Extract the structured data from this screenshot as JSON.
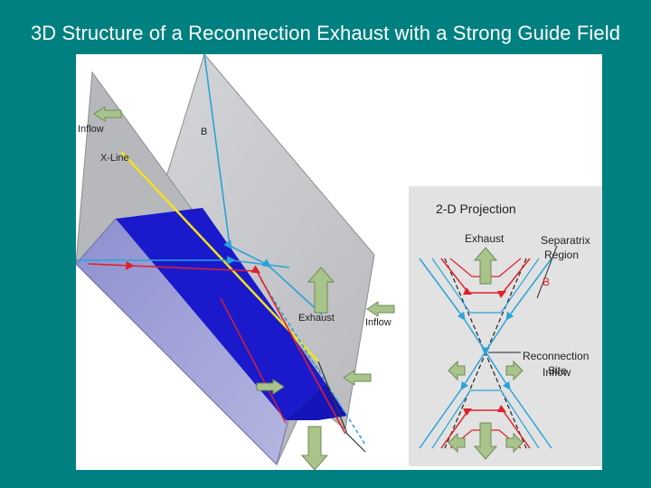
{
  "slide": {
    "title": "3D Structure of a Reconnection Exhaust with a Strong Guide Field"
  },
  "figure_3d": {
    "labels": {
      "inflow_left": "Inflow",
      "x_line": "X-Line",
      "b_field": "B",
      "exhaust": "Exhaust",
      "inflow_right": "Inflow"
    }
  },
  "projection_2d": {
    "title": "2-D Projection",
    "labels": {
      "exhaust": "Exhaust",
      "separatrix": "Separatrix",
      "region": "Region",
      "b": "B",
      "inflow": "Inflow",
      "reconnection": "Reconnection",
      "site": "Site"
    }
  },
  "colors": {
    "background": "#008080",
    "sheet": "#c8c9cc",
    "exhaust_blue": "#1a1acc",
    "field_line_blue": "#29a3d8",
    "field_line_red": "#e0202a",
    "x_line": "#f5e020",
    "arrow_green": "#a8c48a"
  }
}
